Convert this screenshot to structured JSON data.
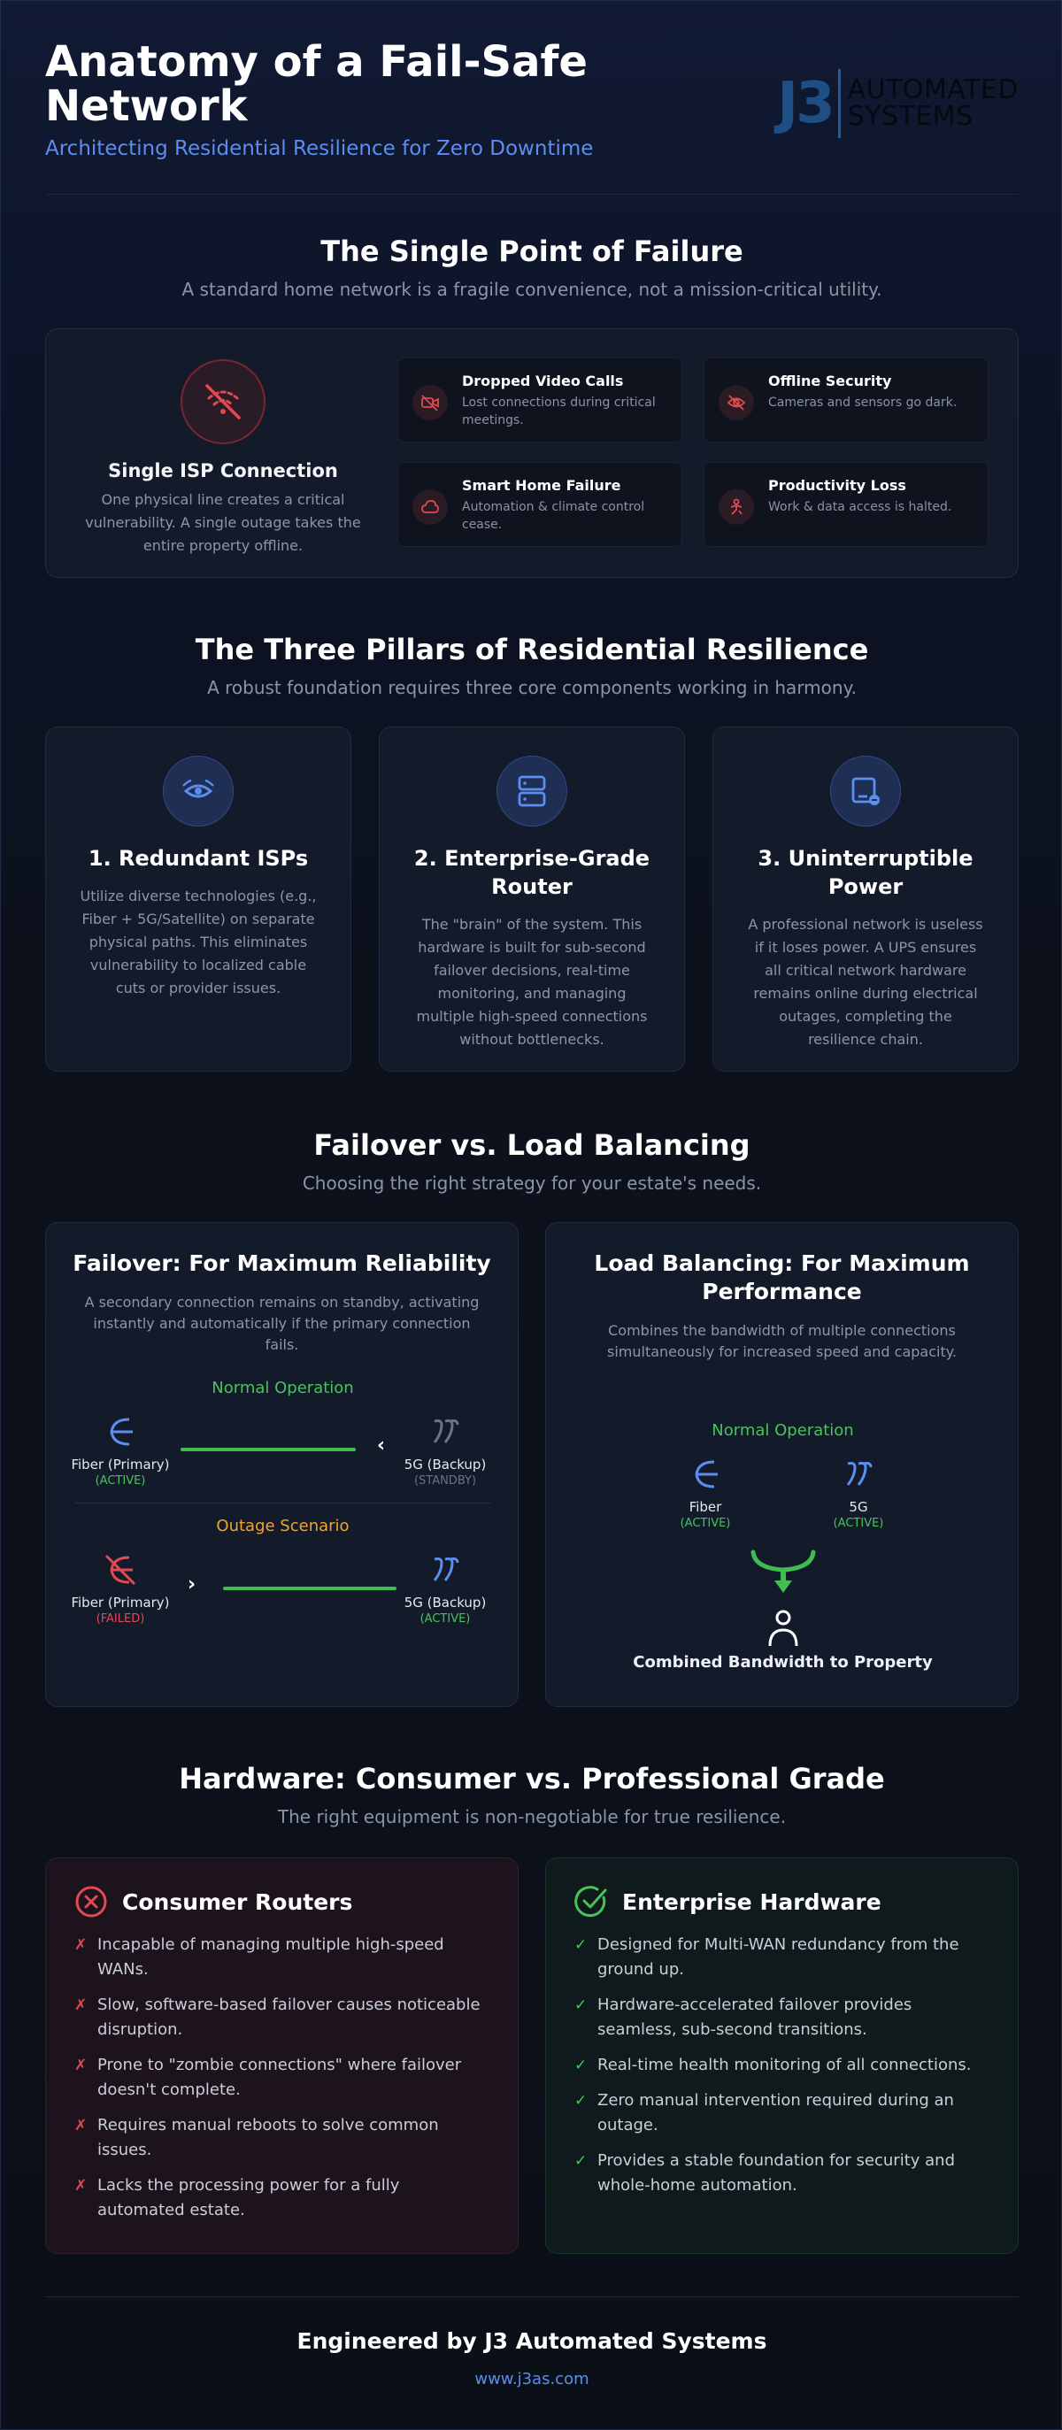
{
  "header": {
    "title": "Anatomy of a Fail-Safe Network",
    "subtitle": "Architecting Residential Resilience for Zero Downtime",
    "logo_mark": "J3",
    "logo_line1": "AUTOMATED",
    "logo_line2": "SYSTEMS"
  },
  "spof": {
    "title": "The Single Point of Failure",
    "subtitle": "A standard home network is a fragile convenience, not a mission-critical utility.",
    "main_title": "Single ISP Connection",
    "main_desc": "One physical line creates a critical vulnerability. A single outage takes the entire property offline.",
    "main_icon": "no-wifi-icon",
    "impacts": [
      {
        "title": "Dropped Video Calls",
        "desc": "Lost connections during critical meetings.",
        "icon": "video-off-icon"
      },
      {
        "title": "Offline Security",
        "desc": "Cameras and sensors go dark.",
        "icon": "eye-off-icon"
      },
      {
        "title": "Smart Home Failure",
        "desc": "Automation & climate control cease.",
        "icon": "cloud-icon"
      },
      {
        "title": "Productivity Loss",
        "desc": "Work & data access is halted.",
        "icon": "broken-user-icon"
      }
    ]
  },
  "pillars": {
    "title": "The Three Pillars of Residential Resilience",
    "subtitle": "A robust foundation requires three core components working in harmony.",
    "items": [
      {
        "title": "1. Redundant ISPs",
        "desc": "Utilize diverse technologies (e.g., Fiber + 5G/Satellite) on separate physical paths. This eliminates vulnerability to localized cable cuts or provider issues.",
        "icon": "signal-eye-icon"
      },
      {
        "title": "2. Enterprise-Grade Router",
        "desc": "The \"brain\" of the system. This hardware is built for sub-second failover decisions, real-time monitoring, and managing multiple high-speed connections without bottlenecks.",
        "icon": "server-icon"
      },
      {
        "title": "3. Uninterruptible Power",
        "desc": "A professional network is useless if it loses power. A UPS ensures all critical network hardware remains online during electrical outages, completing the resilience chain.",
        "icon": "battery-plug-icon"
      }
    ]
  },
  "strategy": {
    "title": "Failover vs. Load Balancing",
    "subtitle": "Choosing the right strategy for your estate's needs.",
    "failover": {
      "title": "Failover: For Maximum Reliability",
      "desc": "A secondary connection remains on standby, activating instantly and automatically if the primary connection fails.",
      "normal_label": "Normal Operation",
      "outage_label": "Outage Scenario",
      "primary_name": "Fiber (Primary)",
      "backup_name": "5G (Backup)",
      "normal_primary_status": "(ACTIVE)",
      "normal_backup_status": "(STANDBY)",
      "outage_primary_status": "(FAILED)",
      "outage_backup_status": "(ACTIVE)"
    },
    "balancing": {
      "title": "Load Balancing: For Maximum Performance",
      "desc": "Combines the bandwidth of multiple connections simultaneously for increased speed and capacity.",
      "normal_label": "Normal Operation",
      "left_name": "Fiber",
      "left_status": "(ACTIVE)",
      "right_name": "5G",
      "right_status": "(ACTIVE)",
      "result": "Combined Bandwidth to Property"
    }
  },
  "hardware": {
    "title": "Hardware: Consumer vs. Professional Grade",
    "subtitle": "The right equipment is non-negotiable for true resilience.",
    "consumer": {
      "title": "Consumer Routers",
      "mark": "✗",
      "items": [
        "Incapable of managing multiple high-speed WANs.",
        "Slow, software-based failover causes noticeable disruption.",
        "Prone to \"zombie connections\" where failover doesn't complete.",
        "Requires manual reboots to solve common issues.",
        "Lacks the processing power for a fully automated estate."
      ]
    },
    "enterprise": {
      "title": "Enterprise Hardware",
      "mark": "✓",
      "items": [
        "Designed for Multi-WAN redundancy from the ground up.",
        "Hardware-accelerated failover provides seamless, sub-second transitions.",
        "Real-time health monitoring of all connections.",
        "Zero manual intervention required during an outage.",
        "Provides a stable foundation for security and whole-home automation."
      ]
    }
  },
  "footer": {
    "credit": "Engineered by J3 Automated Systems",
    "url": "www.j3as.com"
  },
  "colors": {
    "accent_blue": "#5b8ef0",
    "success_green": "#46c45a",
    "warning_amber": "#f0a52a",
    "danger_red": "#e04a52"
  }
}
